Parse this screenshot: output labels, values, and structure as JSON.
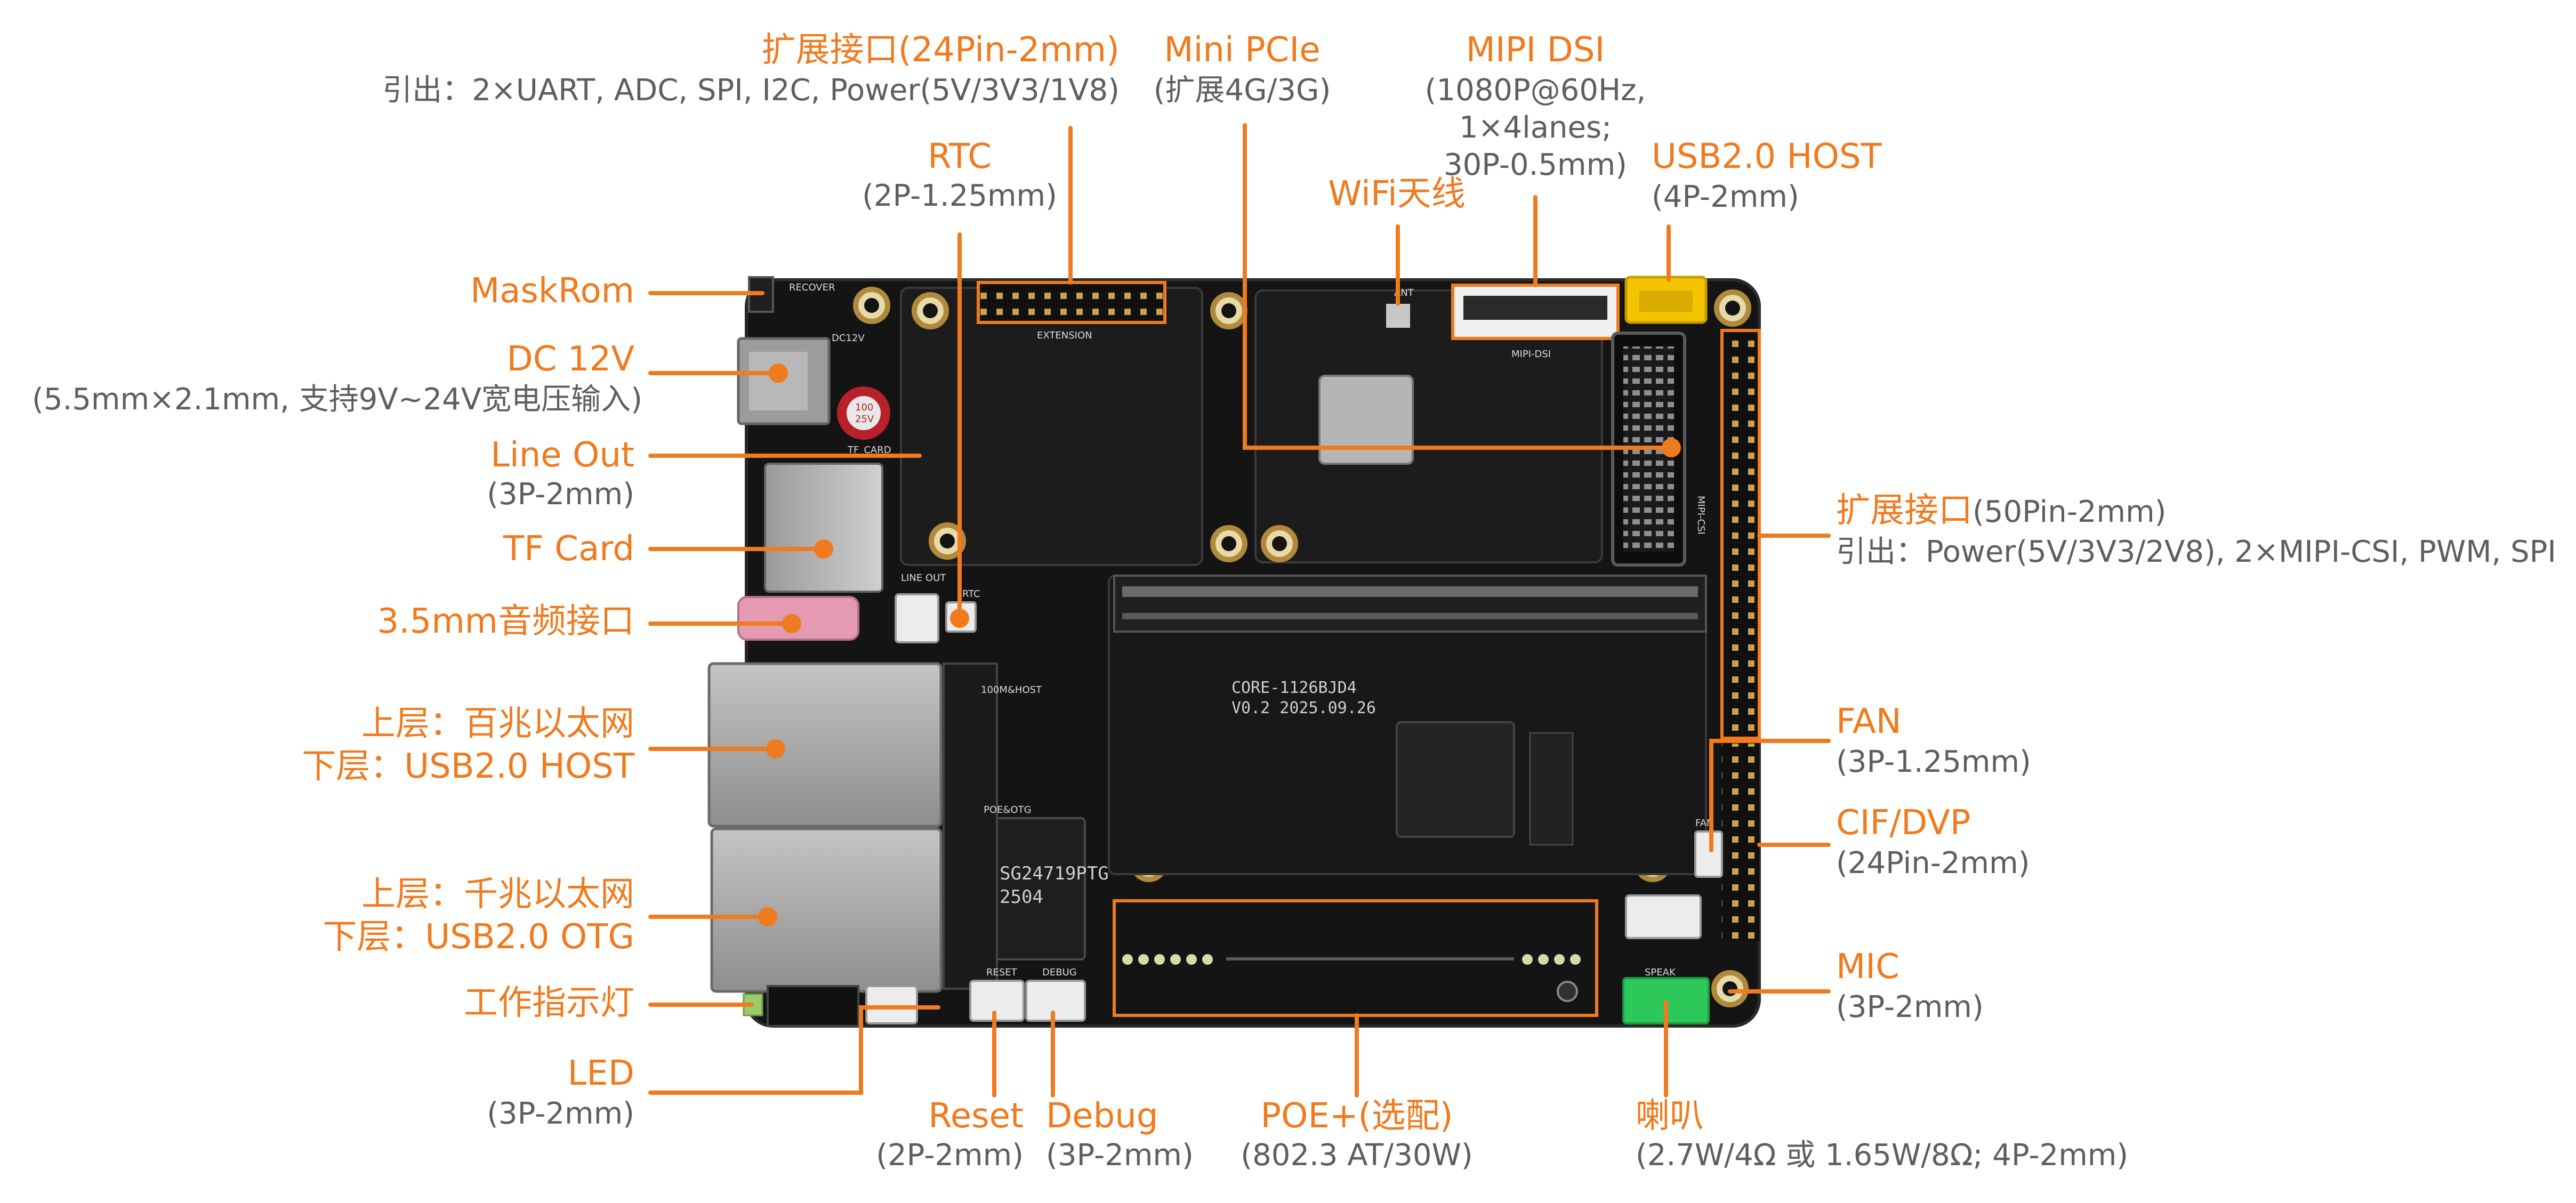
{
  "colors": {
    "accent": "#F07A1E",
    "subtext": "#5E5E5E",
    "pcb": "#141414",
    "rj45": "#A8A8A8"
  },
  "board": {
    "silkscreen": {
      "recover": "RECOVER",
      "dc12v": "DC12V",
      "tf_card": "TF_CARD",
      "extension": "EXTENSION",
      "ant": "ANT",
      "mipi_dsi": "MIPI-DSI",
      "mipi_csi": "MIPI-CSI",
      "line_out": "LINE OUT",
      "rtc": "RTC",
      "host": "100M&HOST",
      "poe_otg": "POE&OTG",
      "reset": "RESET",
      "debug": "DEBUG",
      "fan": "FAN",
      "speak": "SPEAK",
      "cap": "100\n25V",
      "core_line1": "CORE-1126BJD4",
      "core_line2": "V0.2 2025.09.26",
      "chip": "SG24719PTG\n2504"
    }
  },
  "callouts": {
    "extension24": {
      "title": "扩展接口",
      "title_suffix": "(24Pin-2mm)",
      "detail": "引出：2×UART, ADC, SPI, I2C, Power(5V/3V3/1V8)"
    },
    "mini_pcie": {
      "title": "Mini PCIe",
      "detail": "(扩展4G/3G)"
    },
    "mipi_dsi": {
      "title": "MIPI DSI",
      "detail1": "(1080P@60Hz,",
      "detail2": "1×4lanes;",
      "detail3": "30P-0.5mm)"
    },
    "rtc": {
      "title": "RTC",
      "detail": "(2P-1.25mm)"
    },
    "wifi": {
      "title": "WiFi天线"
    },
    "usb_host": {
      "title": "USB2.0 HOST",
      "detail": "(4P-2mm)"
    },
    "maskrom": {
      "title": "MaskRom"
    },
    "dc12v": {
      "title": "DC 12V",
      "detail": "(5.5mm×2.1mm, 支持9V~24V宽电压输入)"
    },
    "line_out": {
      "title": "Line Out",
      "detail": "(3P-2mm)"
    },
    "tf_card": {
      "title": "TF Card"
    },
    "audio": {
      "title": "3.5mm音频接口"
    },
    "eth100": {
      "line1": "上层：百兆以太网",
      "line2": "下层：USB2.0 HOST"
    },
    "eth1000": {
      "line1": "上层：千兆以太网",
      "line2": "下层：USB2.0 OTG"
    },
    "indicator": {
      "title": "工作指示灯"
    },
    "led": {
      "title": "LED",
      "detail": "(3P-2mm)"
    },
    "reset": {
      "title": "Reset",
      "detail": "(2P-2mm)"
    },
    "debug": {
      "title": "Debug",
      "detail": "(3P-2mm)"
    },
    "poe": {
      "title": "POE+(选配)",
      "detail": "(802.3 AT/30W)"
    },
    "speaker": {
      "title": "喇叭",
      "detail": "(2.7W/4Ω 或 1.65W/8Ω; 4P-2mm)"
    },
    "extension50": {
      "title": "扩展接口",
      "title_suffix": "(50Pin-2mm)",
      "detail": "引出：Power(5V/3V3/2V8), 2×MIPI-CSI, PWM, SPI"
    },
    "fan": {
      "title": "FAN",
      "detail": "(3P-1.25mm)"
    },
    "cif": {
      "title": "CIF/DVP",
      "detail": "(24Pin-2mm)"
    },
    "mic": {
      "title": "MIC",
      "detail": "(3P-2mm)"
    }
  }
}
